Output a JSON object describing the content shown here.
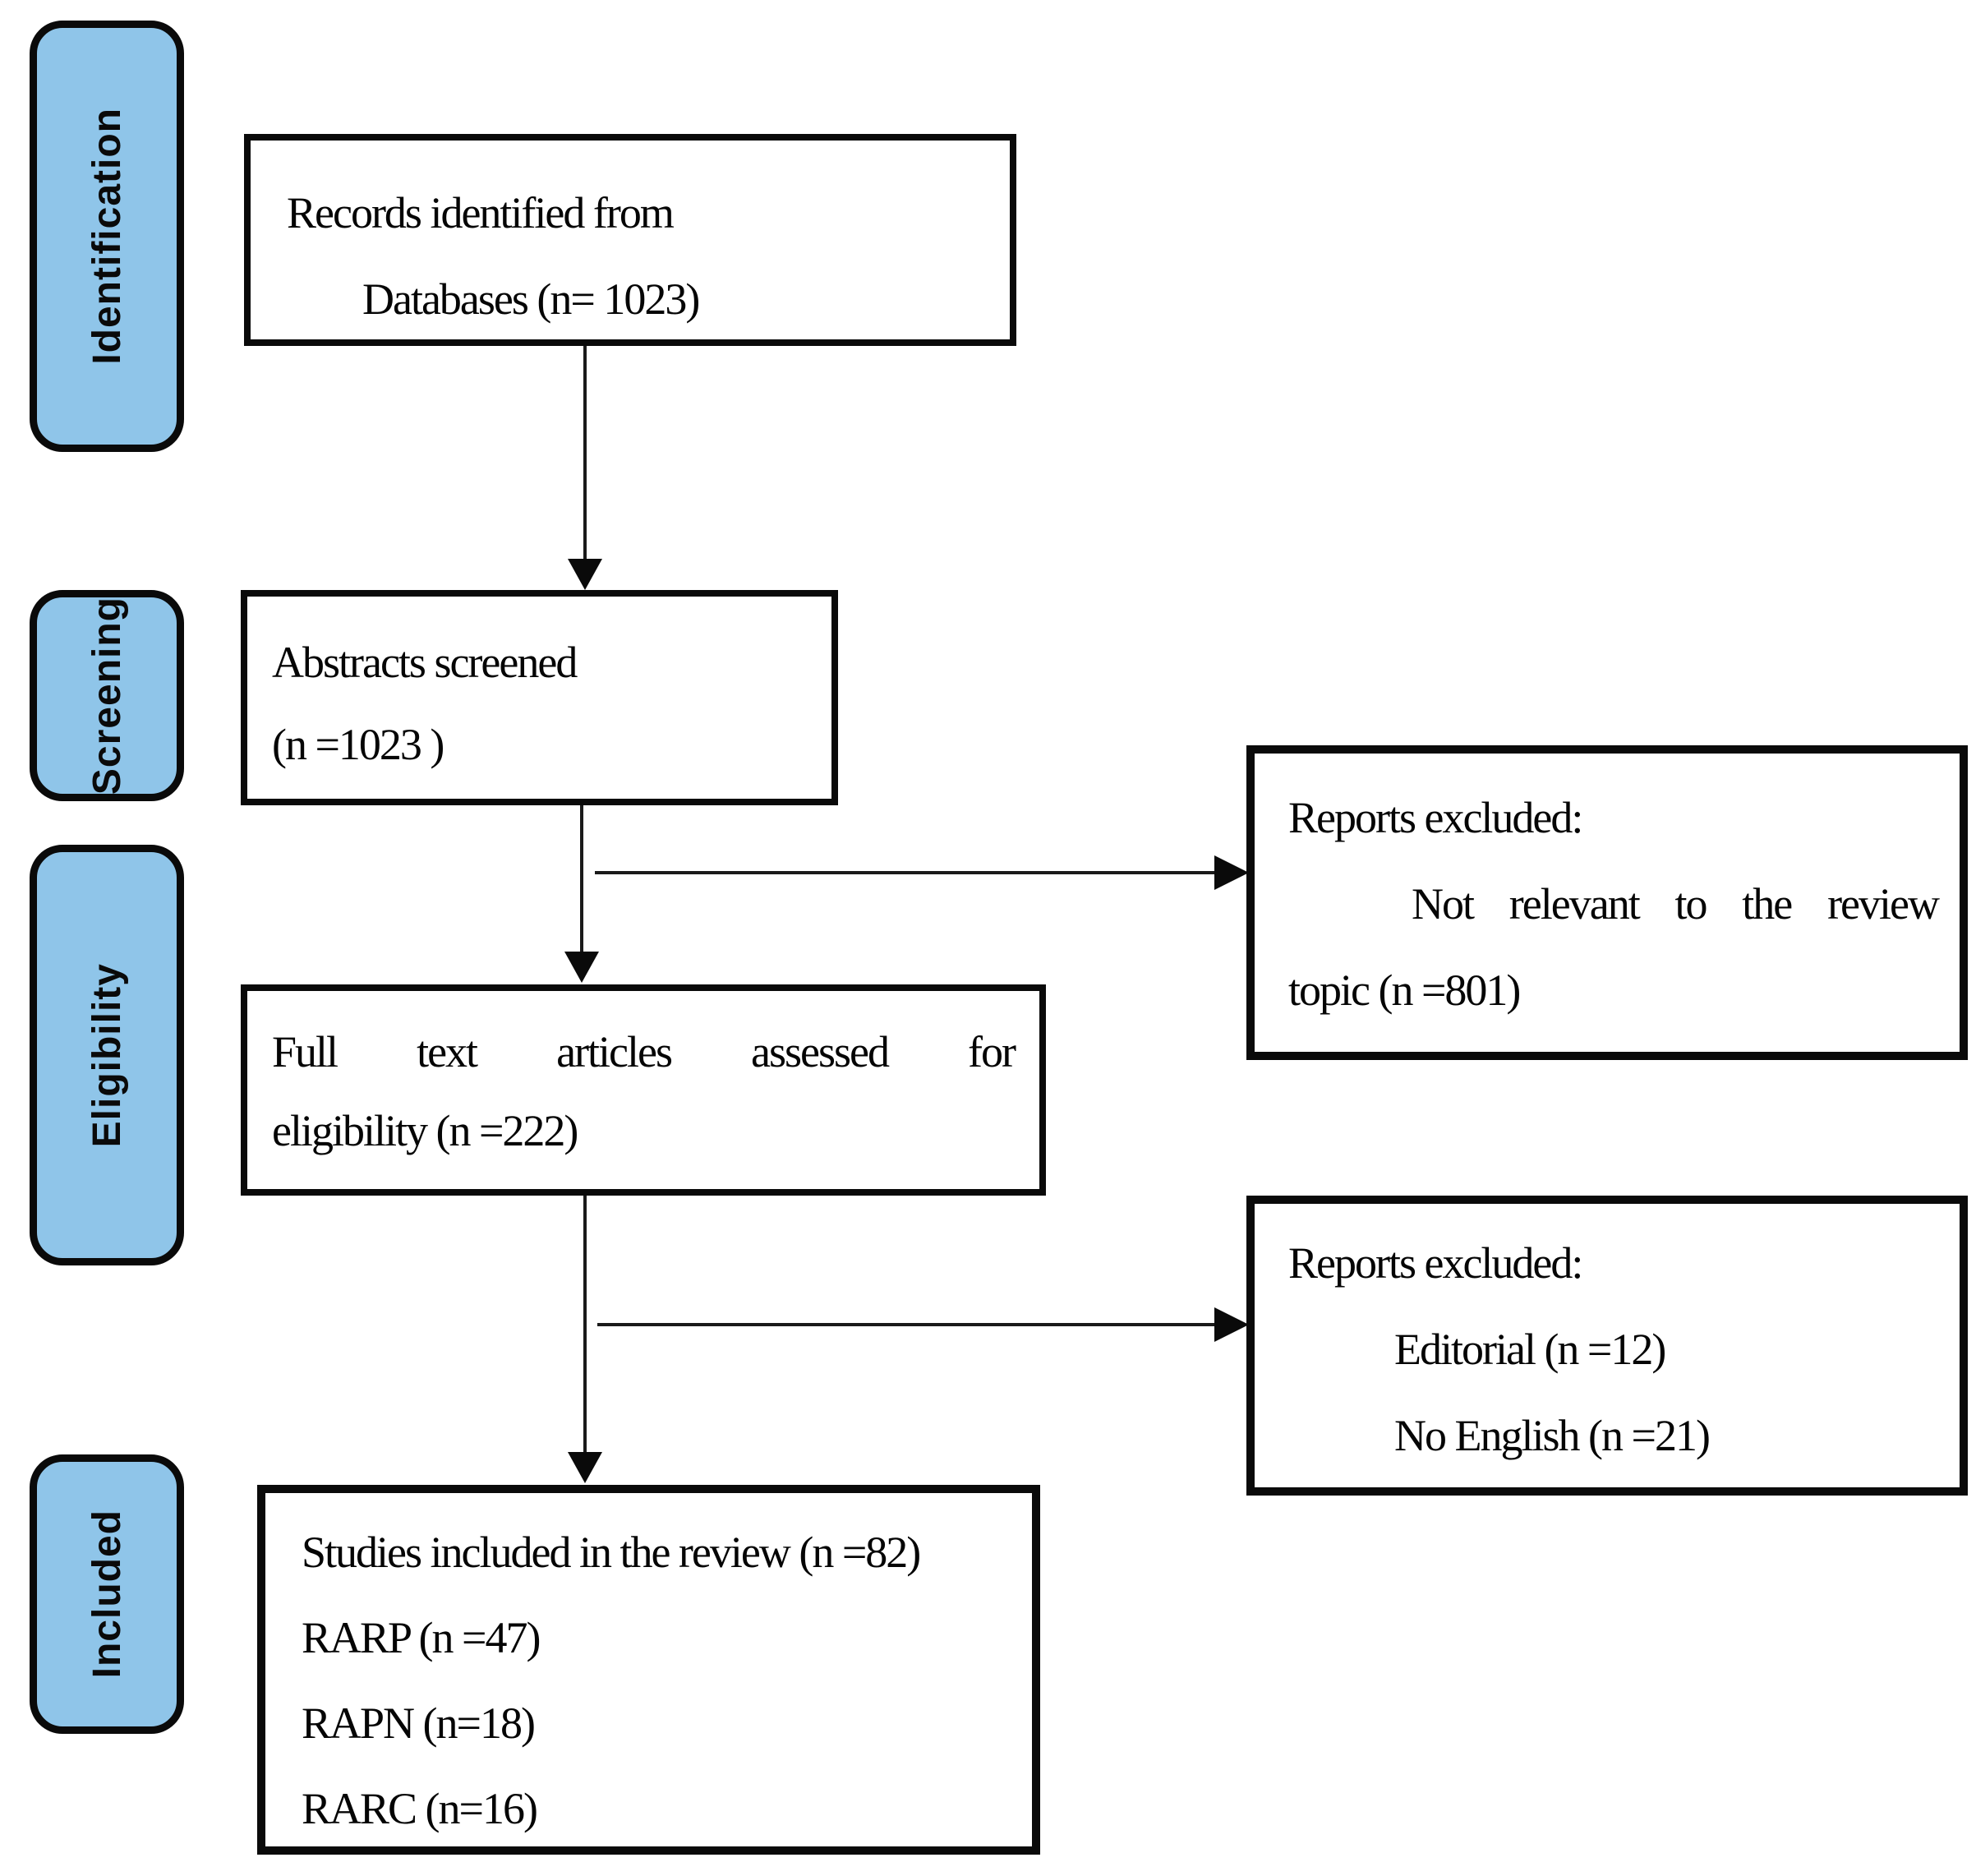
{
  "stages": [
    {
      "label": "Identification"
    },
    {
      "label": "Screening"
    },
    {
      "label": "Eligibility"
    },
    {
      "label": "Included"
    }
  ],
  "flow": [
    {
      "lines": [
        "Records identified from",
        "Databases (n= 1023)"
      ]
    },
    {
      "lines": [
        "Abstracts screened",
        "(n =1023 )"
      ]
    },
    {
      "lines": [
        "Full text articles assessed for",
        "eligibility (n =222)"
      ]
    },
    {
      "lines": [
        "Studies included in the review (n =82)",
        "RARP (n =47)",
        "RAPN (n=18)",
        "RARC (n=16)"
      ]
    }
  ],
  "exclusions": [
    {
      "lines": [
        "Reports excluded:",
        "Not relevant to the review",
        "topic (n =801)"
      ]
    },
    {
      "lines": [
        "Reports excluded:",
        "Editorial (n =12)",
        "No English (n =21)"
      ]
    }
  ],
  "counts": {
    "records_identified": 1023,
    "abstracts_screened": 1023,
    "fulltext_assessed": 222,
    "studies_included": 82,
    "rarp": 47,
    "rapn": 18,
    "rarc": 16,
    "excluded_not_relevant": 801,
    "excluded_editorial": 12,
    "excluded_no_english": 21
  },
  "colors": {
    "stage_fill": "#8FC5E9",
    "border": "#0A0A0A",
    "background": "#FFFFFF",
    "text": "#050505"
  }
}
